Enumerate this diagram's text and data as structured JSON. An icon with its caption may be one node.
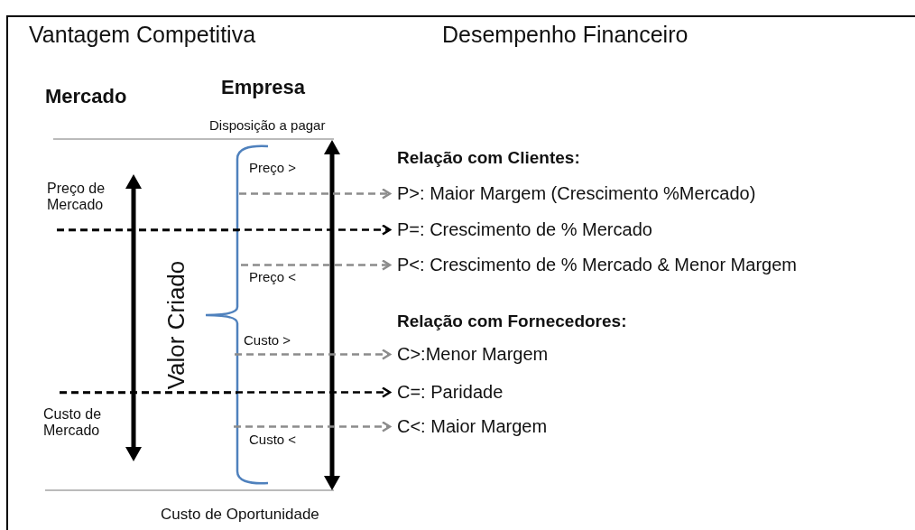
{
  "diagram": {
    "nodes": [
      {
        "text": [
          "P>: Maior Margem (Crescimento %Mercado)"
        ]
      },
      {
        "text": [
          "P=: Crescimento de % Mercado"
        ]
      },
      {
        "text": [
          "P<: Crescimento de % Mercado & Menor Margem"
        ]
      },
      {
        "text": [
          "C>:Menor Margem"
        ]
      },
      {
        "text": [
          "C=: Paridade"
        ]
      },
      {
        "text": [
          "C<: Maior Margem"
        ]
      }
    ],
    "edges": [
      {
        "from": null,
        "to": 0,
        "arrow": "to",
        "style": "dashed"
      },
      {
        "from": null,
        "to": 1,
        "arrow": "to",
        "style": "dashed",
        "color": "#000000"
      },
      {
        "from": null,
        "to": 2,
        "arrow": "to",
        "style": "dashed"
      },
      {
        "from": null,
        "to": 3,
        "arrow": "to",
        "style": "dashed"
      },
      {
        "from": null,
        "to": 4,
        "arrow": "to",
        "style": "dashed",
        "color": "#000000"
      },
      {
        "from": null,
        "to": 5,
        "arrow": "to",
        "style": "dashed"
      }
    ],
    "labels": [
      "Vantagem Competitiva",
      "Desempenho Financeiro",
      "Mercado",
      "Empresa",
      "Disposição a pagar",
      "Preço >",
      "Relação com Clientes:",
      "Preço de Mercado",
      "Valor Criado",
      "Preço <",
      "Relação com Fornecedores:",
      "Custo >",
      "Custo de Mercado",
      "Custo <",
      "Custo de Oportunidade"
    ]
  }
}
